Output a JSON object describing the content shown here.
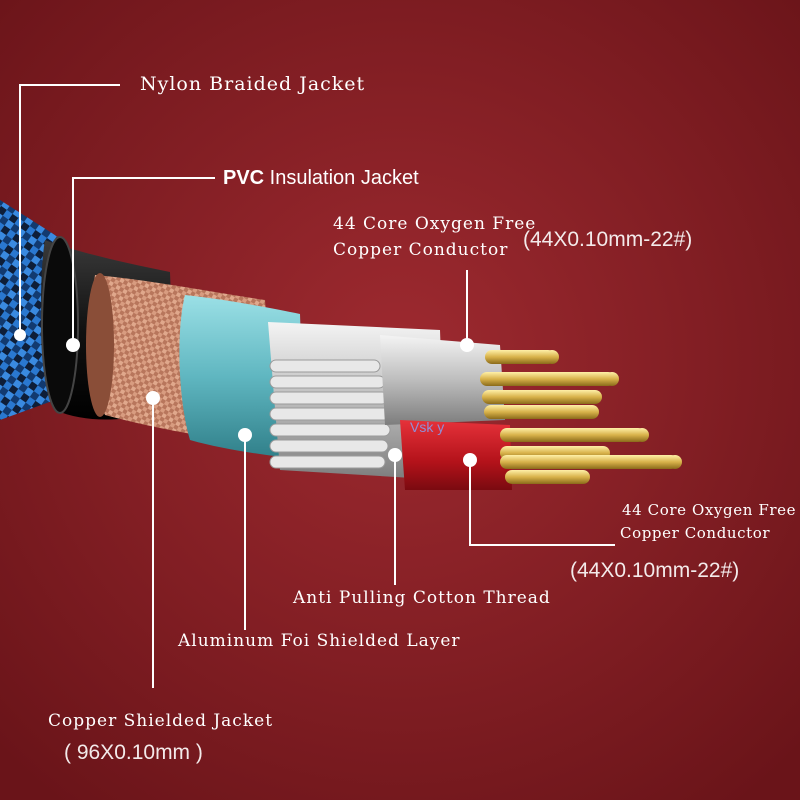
{
  "colors": {
    "background": "#8a1e24",
    "braid_blue": "#1f5fb0",
    "copper": "#c98a6e",
    "foil": "#6cc2cc",
    "wire_gold": "#d8b24a",
    "red_insulation": "#c8161d",
    "leader_line": "#ffffff"
  },
  "labels": {
    "nylon": "Nylon Braided Jacket",
    "pvc_bold": "PVC",
    "pvc_rest": " Insulation Jacket",
    "core1_line1": "44 Core Oxygen Free",
    "core1_line2": "Copper Conductor",
    "core1_spec": "(44X0.10mm-22#)",
    "core2_line1": "44 Core Oxygen Free",
    "core2_line2": "Copper Conductor",
    "core2_spec": "(44X0.10mm-22#)",
    "cotton": "Anti Pulling Cotton Thread",
    "aluminum": "Aluminum Foi Shielded Layer",
    "copper_jacket": "Copper Shielded Jacket",
    "copper_spec": "( 96X0.10mm )"
  },
  "watermark": "Vsk y"
}
